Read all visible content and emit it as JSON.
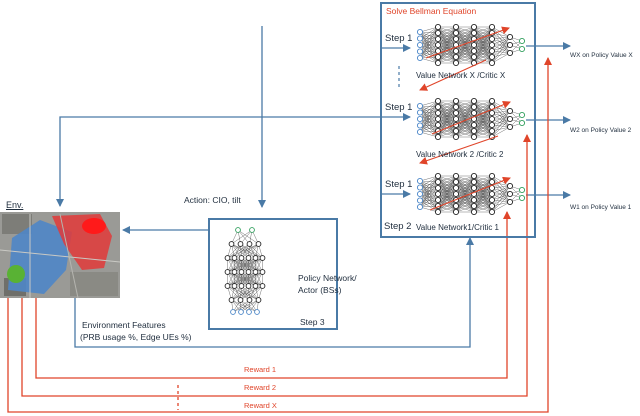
{
  "labels": {
    "solve_bellman": "Solve Bellman Equation",
    "step1_x": "Step 1",
    "step1_2": "Step 1",
    "step1_1": "Step 1",
    "step2": "Step 2",
    "step3": "Step 3",
    "value_network_x": "Value Network X /Critic X",
    "value_network_2": "Value Network 2 /Critic 2",
    "value_network_1": "Value Network1/Critic 1",
    "wx_output": "WX on Policy Value X",
    "w2_output": "W2 on Policy Value 2",
    "w1_output": "W1 on Policy Value 1",
    "action": "Action: CIO, tilt",
    "policy_network_line1": "Policy Network/",
    "policy_network_line2": "Actor (BSs)",
    "env": "Env.",
    "env_features_line1": "Environment Features",
    "env_features_line2": "(PRB usage %, Edge UEs %)",
    "reward_1": "Reward 1",
    "reward_2": "Reward 2",
    "reward_x": "Reward X"
  },
  "colors": {
    "blue_arrow": "#4a7aa6",
    "red_arrow": "#e0452a",
    "node_border": "#222222",
    "input_node": "#4a86c8",
    "output_node": "#2e9e5b",
    "text": "#1f2d3d"
  }
}
